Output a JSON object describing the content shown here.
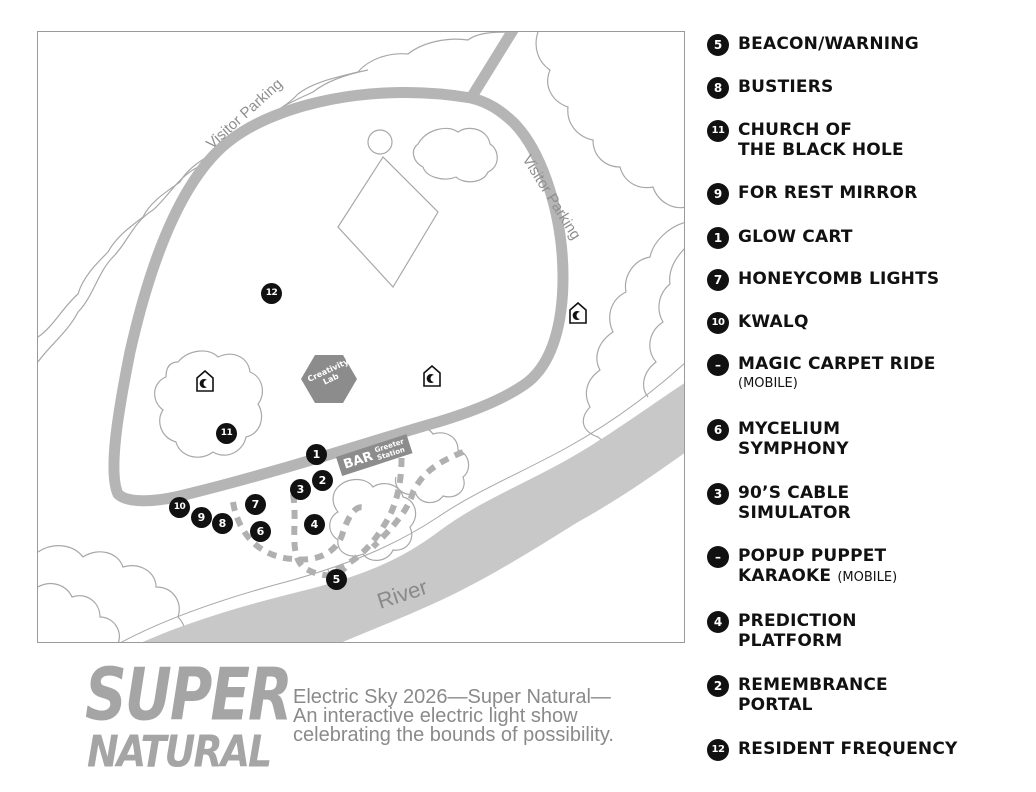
{
  "map": {
    "labels": {
      "visitor_parking_left": "Visitor Parking",
      "visitor_parking_right": "Visitor Parking",
      "river": "River",
      "creativity_lab": "Creativity Lab",
      "bar": "BAR",
      "greeter_station_line1": "Greeter",
      "greeter_station_line2": "Station"
    },
    "pins": [
      "12",
      "11",
      "1",
      "2",
      "3",
      "7",
      "4",
      "6",
      "10",
      "9",
      "8",
      "5"
    ],
    "tent_icon": "tent-moon-icon",
    "colors": {
      "road": "#b5b5b5",
      "river": "#c4c4c4",
      "tree_outline": "#a0a0a0",
      "pin": "#111111",
      "path": "#b0b0b0"
    }
  },
  "legend": {
    "items": [
      {
        "badge": "5",
        "lines": [
          "BEACON/WARNING"
        ],
        "sub": ""
      },
      {
        "badge": "8",
        "lines": [
          "BUSTIERS"
        ],
        "sub": ""
      },
      {
        "badge": "11",
        "lines": [
          "CHURCH OF",
          "THE BLACK HOLE"
        ],
        "sub": ""
      },
      {
        "badge": "9",
        "lines": [
          "FOR REST MIRROR"
        ],
        "sub": ""
      },
      {
        "badge": "1",
        "lines": [
          "GLOW CART"
        ],
        "sub": ""
      },
      {
        "badge": "7",
        "lines": [
          "HONEYCOMB LIGHTS"
        ],
        "sub": ""
      },
      {
        "badge": "10",
        "lines": [
          "KWALQ"
        ],
        "sub": ""
      },
      {
        "badge": "–",
        "lines": [
          "MAGIC CARPET RIDE"
        ],
        "sub": "(MOBILE)"
      },
      {
        "badge": "6",
        "lines": [
          "MYCELIUM",
          "SYMPHONY"
        ],
        "sub": ""
      },
      {
        "badge": "3",
        "lines": [
          "90’S CABLE",
          "SIMULATOR"
        ],
        "sub": ""
      },
      {
        "badge": "–",
        "lines": [
          "POPUP PUPPET",
          "KARAOKE"
        ],
        "sub": "(MOBILE)"
      },
      {
        "badge": "4",
        "lines": [
          "PREDICTION",
          "PLATFORM"
        ],
        "sub": ""
      },
      {
        "badge": "2",
        "lines": [
          "REMEMBRANCE",
          "PORTAL"
        ],
        "sub": ""
      },
      {
        "badge": "12",
        "lines": [
          "RESIDENT FREQUENCY"
        ],
        "sub": ""
      }
    ]
  },
  "logo": {
    "line1": "SUPER",
    "line2": "NATURAL"
  },
  "tagline": {
    "line1": "Electric Sky 2026—Super Natural—",
    "line2": "An interactive electric light show",
    "line3": "celebrating the bounds of possibility."
  }
}
